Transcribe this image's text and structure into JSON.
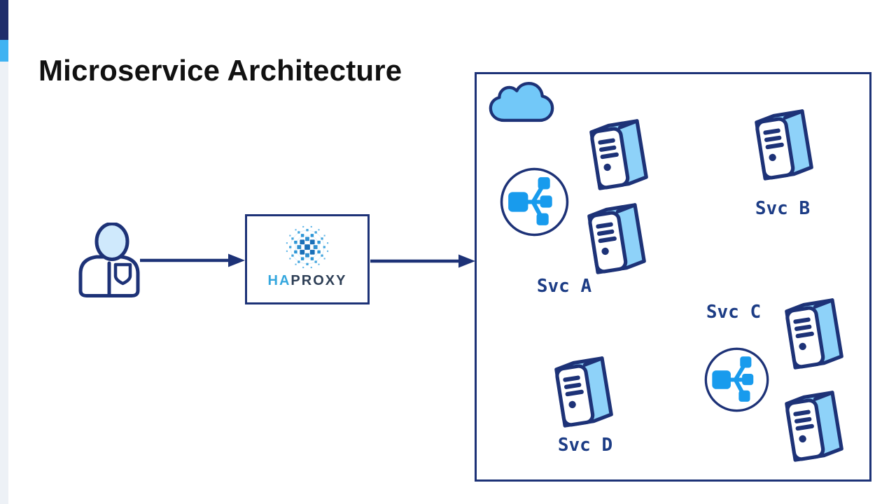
{
  "title": "Microservice Architecture",
  "proxy": {
    "name_part1": "HA",
    "name_part2": "PROXY"
  },
  "flow": {
    "source": "user",
    "arrow_1": "user-to-haproxy",
    "arrow_2": "haproxy-to-cluster"
  },
  "container": {
    "services": [
      {
        "label": "Svc A",
        "instances": 2,
        "has_load_balancer": true
      },
      {
        "label": "Svc B",
        "instances": 1,
        "has_load_balancer": false
      },
      {
        "label": "Svc C",
        "instances": 2,
        "has_load_balancer": true
      },
      {
        "label": "Svc D",
        "instances": 1,
        "has_load_balancer": false
      }
    ]
  },
  "icons": {
    "user": "user-icon",
    "cloud": "cloud-icon",
    "server": "server-icon",
    "load_balancer": "load-balancer-icon",
    "haproxy_logo": "haproxy-logo-icon",
    "arrow": "arrow-right-icon"
  },
  "colors": {
    "navy_outline": "#1d3277",
    "label_navy": "#1c3c85",
    "server_side_blue": "#8ed2f9",
    "head_blue": "#cfe9fc",
    "cloud_blue": "#72c8f8",
    "bright_blue": "#189bed",
    "accent_bar_navy": "#1f2d6b",
    "accent_bar_blue": "#3fb3f2",
    "accent_strip": "#edf1f6",
    "haproxy_ha": "#35a7de",
    "haproxy_proxy": "#2e3f56",
    "title_black": "#111111"
  }
}
